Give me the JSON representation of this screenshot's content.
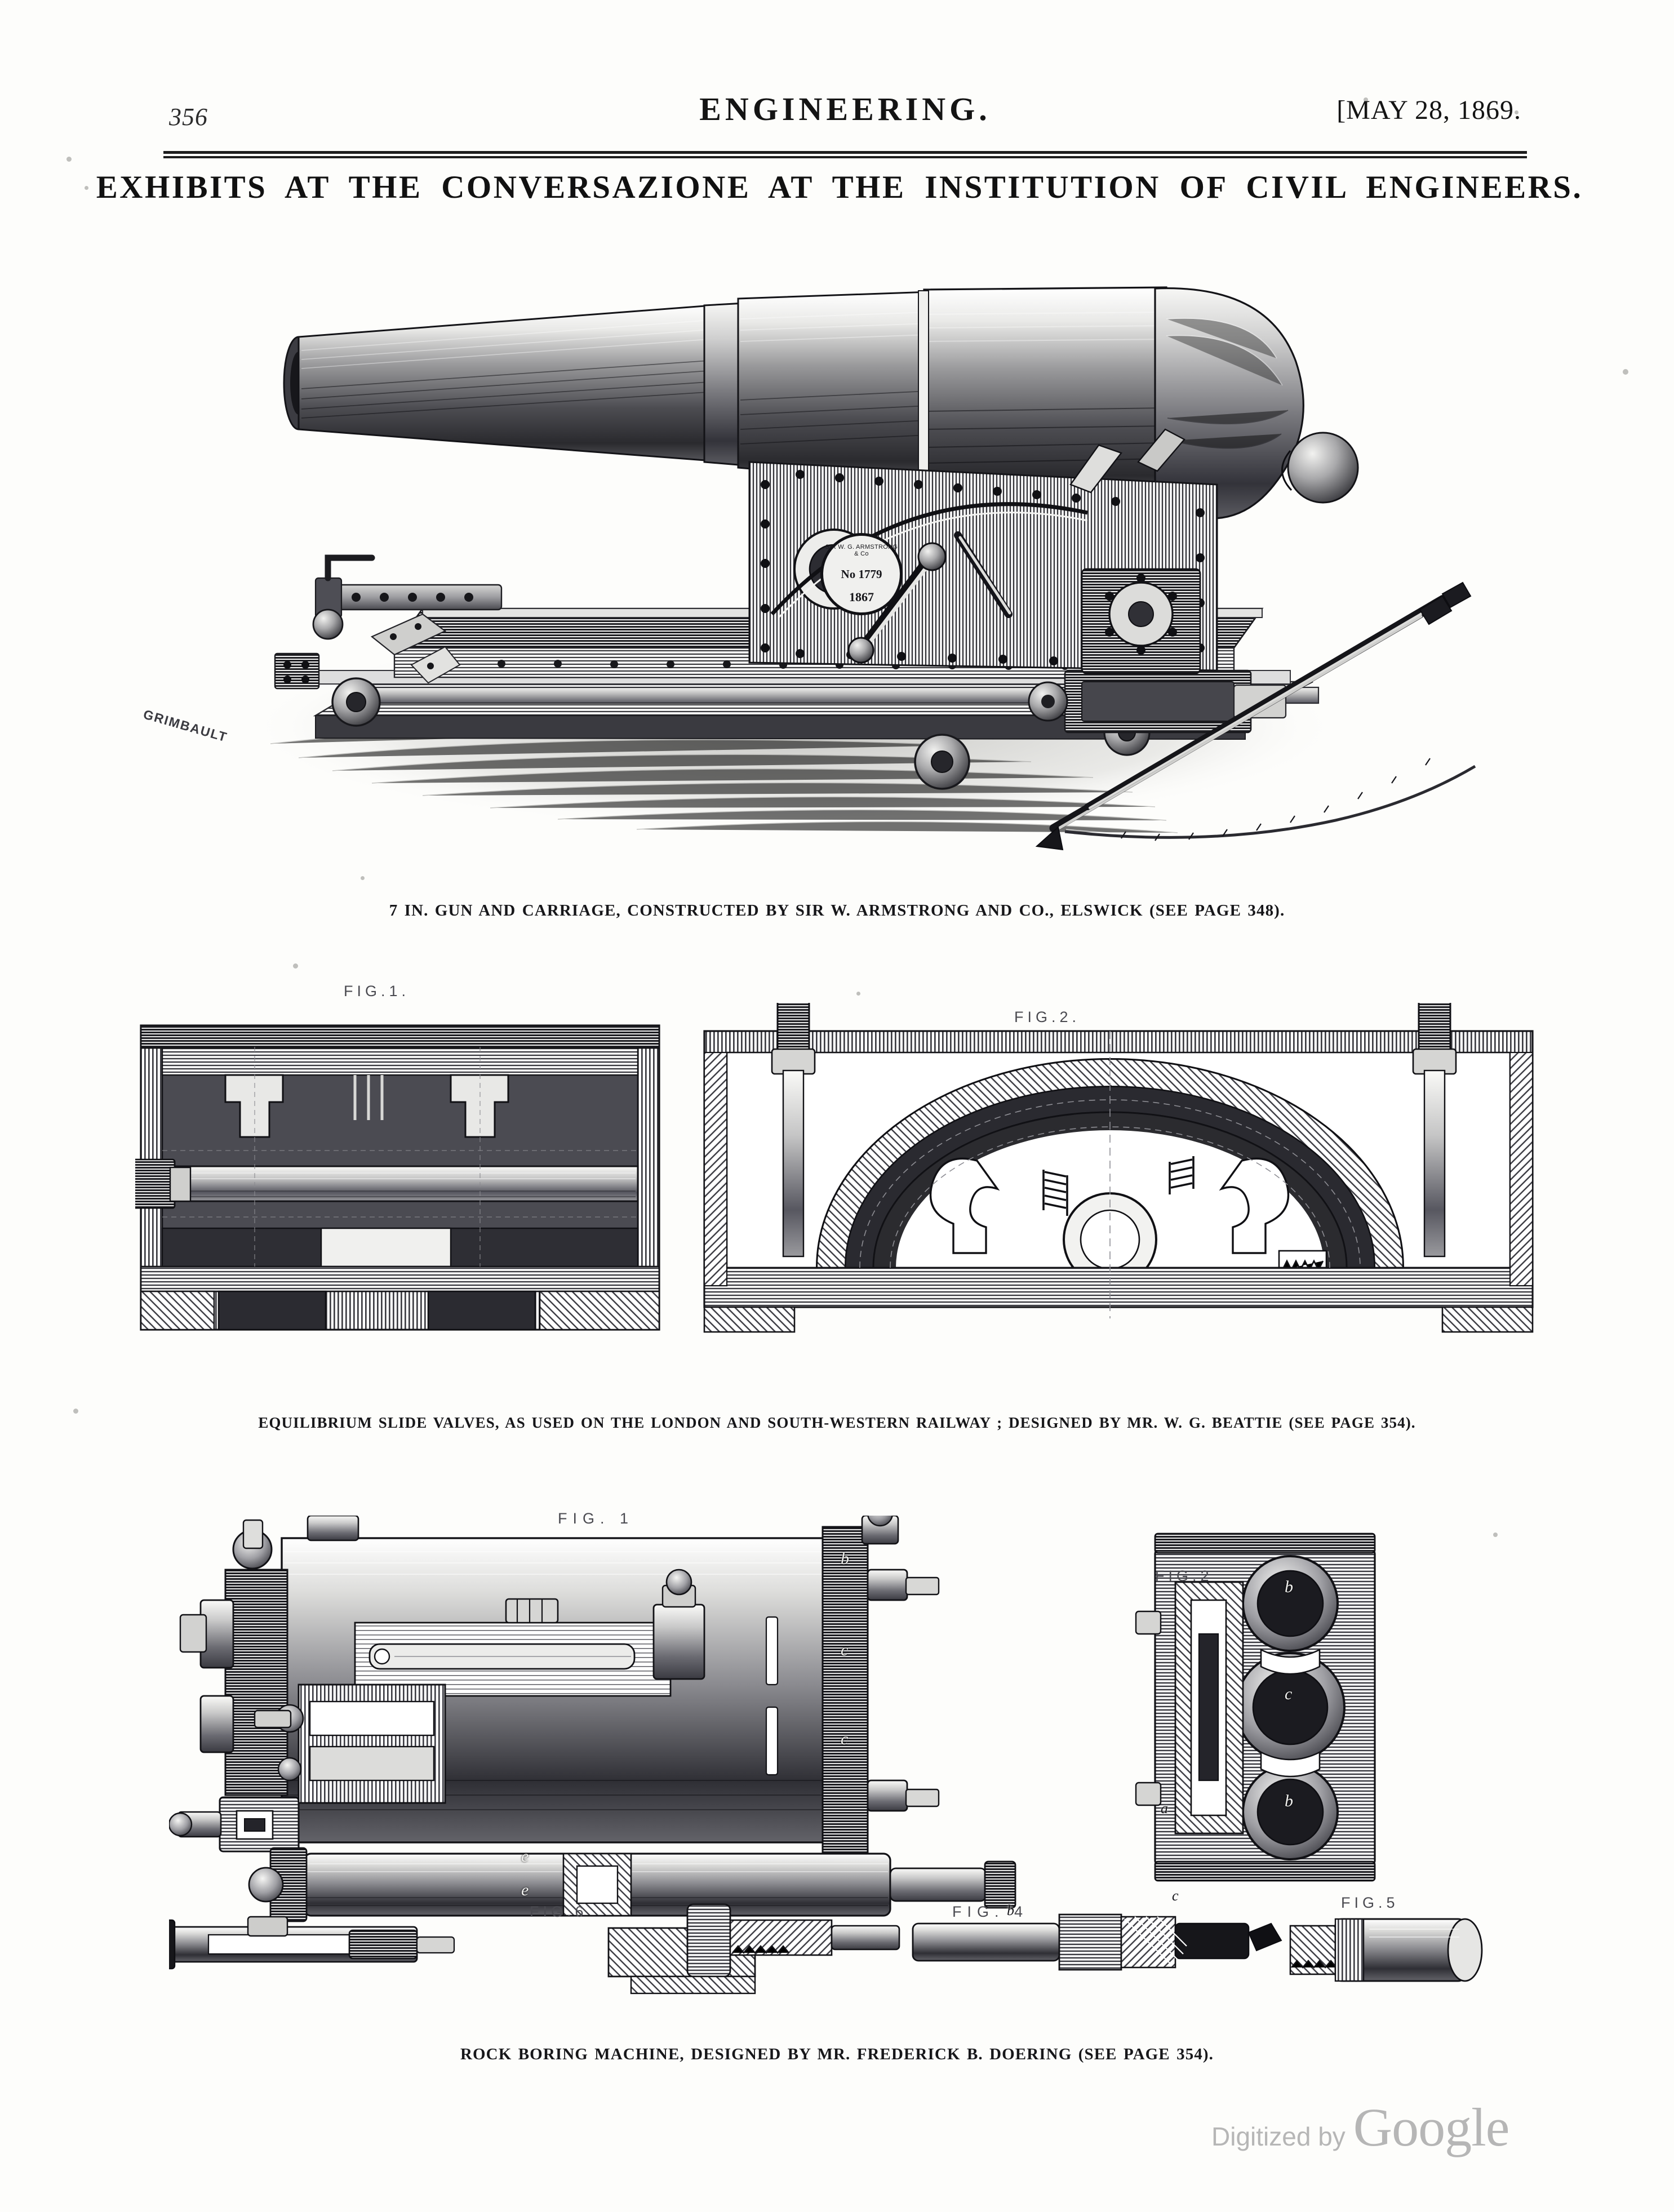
{
  "page": {
    "folio": "356",
    "journal_title": "ENGINEERING.",
    "issue_date": "[MAY 28, 1869.",
    "headline": "EXHIBITS AT THE CONVERSAZIONE AT THE INSTITUTION OF CIVIL ENGINEERS."
  },
  "plates": {
    "gun": {
      "caption": "7 IN. GUN AND CARRIAGE, CONSTRUCTED BY SIR W. ARMSTRONG AND CO., ELSWICK (SEE PAGE 348).",
      "engraver_signature": "GRIMBAULT",
      "breech_plate": {
        "maker": "SIR W. G. ARMSTRONG & Co",
        "serial": "No 1779",
        "year": "1867"
      }
    },
    "valves": {
      "caption": "EQUILIBRIUM SLIDE VALVES, AS USED ON THE LONDON AND SOUTH-WESTERN RAILWAY ; DESIGNED BY MR. W. G. BEATTIE (SEE PAGE 354).",
      "figures": [
        {
          "label": "FIG.1."
        },
        {
          "label": "FIG.2."
        }
      ]
    },
    "boring": {
      "caption": "ROCK BORING MACHINE, DESIGNED BY MR. FREDERICK B. DOERING (SEE PAGE 354).",
      "figures": [
        {
          "label": "FIG. 1"
        },
        {
          "label": "FIG.2"
        },
        {
          "label": "FIG.5"
        },
        {
          "label": "FIG.6"
        },
        {
          "label": "FIG. 4"
        }
      ],
      "annotations": [
        "b",
        "c",
        "c",
        "e",
        "e",
        "b",
        "c",
        "b",
        "a",
        "b",
        "c"
      ]
    }
  },
  "watermark": {
    "prefix": "Digitized by",
    "logo": "Google"
  }
}
